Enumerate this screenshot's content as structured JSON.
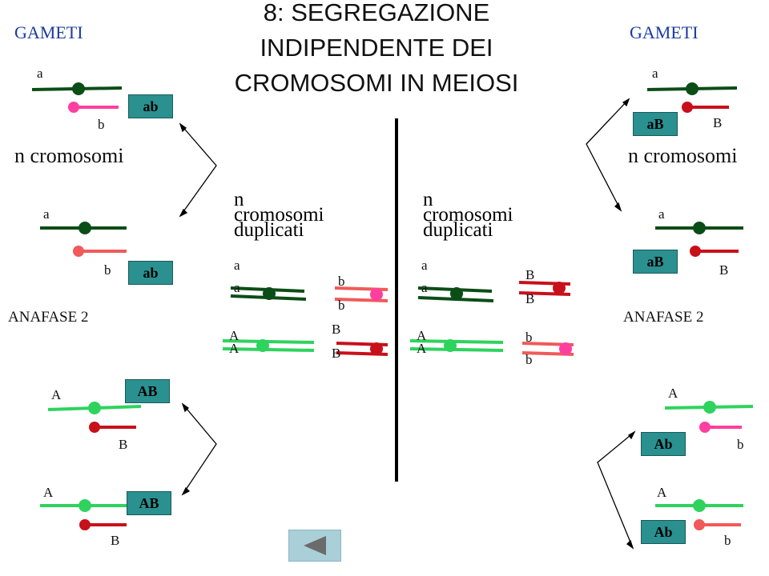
{
  "title": {
    "line1": "8: SEGREGAZIONE",
    "line2": "INDIPENDENTE DEI",
    "line3": "CROMOSOMI IN MEIOSI"
  },
  "left": {
    "gameti": "GAMETI",
    "n_cromosomi": "n cromosomi",
    "anafase": "ANAFASE 2",
    "gametes": [
      {
        "top_label": "a",
        "bottom_label": "b",
        "box": "ab"
      },
      {
        "top_label": "a",
        "bottom_label": "b",
        "box": "ab"
      },
      {
        "top_label": "A",
        "bottom_label": "B",
        "box": "AB"
      },
      {
        "top_label": "A",
        "bottom_label": "B",
        "box": "AB"
      }
    ]
  },
  "right": {
    "gameti": "GAMETI",
    "n_cromosomi": "n cromosomi",
    "anafase": "ANAFASE 2",
    "gametes": [
      {
        "top_label": "a",
        "bottom_label": "B",
        "box": "aB"
      },
      {
        "top_label": "a",
        "bottom_label": "B",
        "box": "aB"
      },
      {
        "top_label": "A",
        "bottom_label": "b",
        "box": "Ab"
      },
      {
        "top_label": "A",
        "bottom_label": "b",
        "box": "Ab"
      }
    ]
  },
  "center_left": {
    "header": {
      "l1": "n",
      "l2": "cromosomi",
      "l3": "duplicati"
    },
    "chrom1": {
      "l1": "a",
      "l2": "a"
    },
    "chrom2": {
      "l1": "b",
      "l2": "b"
    },
    "chrom3": {
      "l1": "A",
      "l2": "A"
    },
    "chrom4": {
      "l1": "B",
      "l2": "B"
    }
  },
  "center_right": {
    "header": {
      "l1": "n",
      "l2": "cromosomi",
      "l3": "duplicati"
    },
    "chrom1": {
      "l1": "a",
      "l2": "a"
    },
    "chrom2": {
      "l1": "B",
      "l2": "B"
    },
    "chrom3": {
      "l1": "A",
      "l2": "A"
    },
    "chrom4": {
      "l1": "b",
      "l2": "b"
    }
  },
  "colors": {
    "dark_green": "#0b4d16",
    "light_green": "#2ed35e",
    "pink": "#ff3fa0",
    "salmon": "#f05a5a",
    "dark_red": "#c8101a",
    "gamete_box": "#2a9090",
    "back_button": "#a9cfd9",
    "gameti_text": "#1a3aa0"
  },
  "icons": {
    "back": "triangle-left-icon"
  }
}
